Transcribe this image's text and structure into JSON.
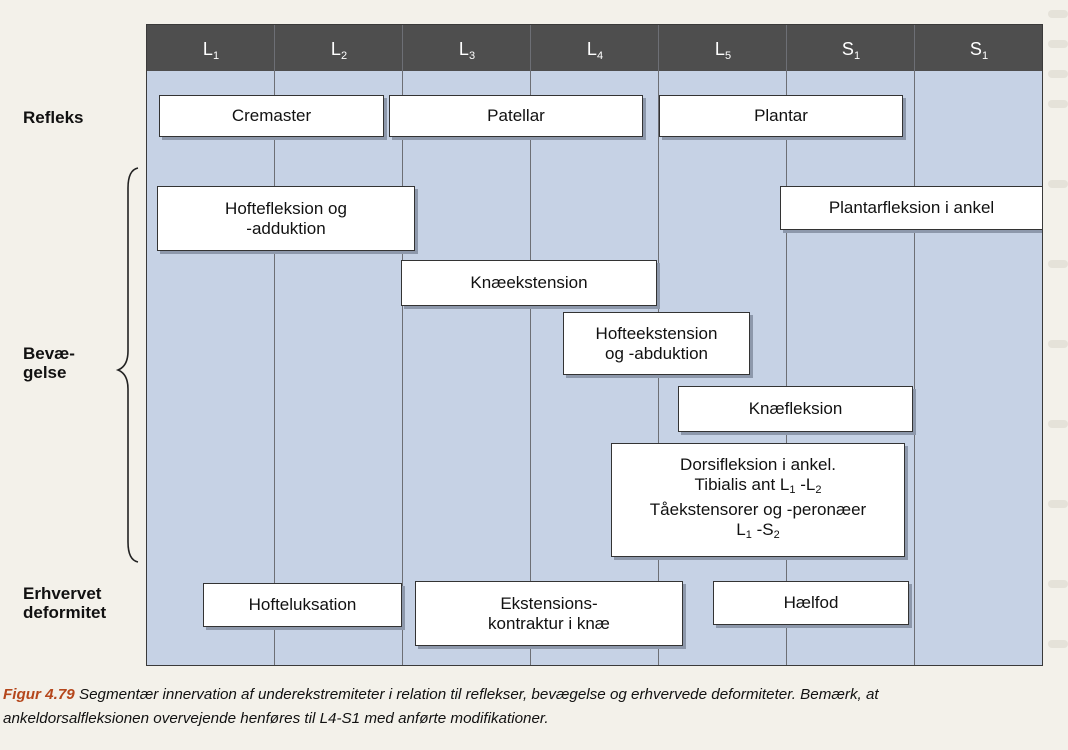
{
  "segments": [
    "L1",
    "L2",
    "L3",
    "L4",
    "L5",
    "S1",
    "S1"
  ],
  "segment_parts": [
    {
      "letter": "L",
      "sub": "1"
    },
    {
      "letter": "L",
      "sub": "2"
    },
    {
      "letter": "L",
      "sub": "3"
    },
    {
      "letter": "L",
      "sub": "4"
    },
    {
      "letter": "L",
      "sub": "5"
    },
    {
      "letter": "S",
      "sub": "1"
    },
    {
      "letter": "S",
      "sub": "1"
    }
  ],
  "row_labels": {
    "refleks": "Refleks",
    "bevaegelse_1": "Bevæ-",
    "bevaegelse_2": "gelse",
    "erhvervet_1": "Erhvervet",
    "erhvervet_2": "deformitet"
  },
  "reflexes": {
    "cremaster": "Cremaster",
    "patellar": "Patellar",
    "plantar": "Plantar"
  },
  "movements": {
    "hoftefleksion_1": "Hoftefleksion og",
    "hoftefleksion_2": "-adduktion",
    "plantarfleksion": "Plantarfleksion i ankel",
    "knaeekstension": "Knæekstension",
    "hofteekstension_1": "Hofteekstension",
    "hofteekstension_2": "og -abduktion",
    "knaefleksion": "Knæfleksion",
    "dorsi_1": "Dorsifleksion i ankel.",
    "dorsi_2_text": "Tibialis ant L",
    "dorsi_2_sub1": "1",
    "dorsi_2_mid": " -L",
    "dorsi_2_sub2": "2",
    "dorsi_3": "Tåekstensorer og -peronæer",
    "dorsi_4_text": "L",
    "dorsi_4_sub1": "1",
    "dorsi_4_mid": " -S",
    "dorsi_4_sub2": "2"
  },
  "deformities": {
    "hofteluksation": "Hofteluksation",
    "ekstensions_1": "Ekstensions-",
    "ekstensions_2": "kontraktur i knæ",
    "haelfod": "Hælfod"
  },
  "caption": {
    "figure": "Figur 4.79",
    "text_1": " Segmentær innervation af underekstremiteter i relation til reflekser, bevægelse og erhvervede deformiteter. Bemærk, at",
    "text_2": "ankeldorsalfleksionen overvejende henføres til L4-S1 med anførte modifikationer."
  },
  "colors": {
    "header": "#4e4e4e",
    "background": "#c6d2e5",
    "caption_figure": "#b5471c"
  }
}
